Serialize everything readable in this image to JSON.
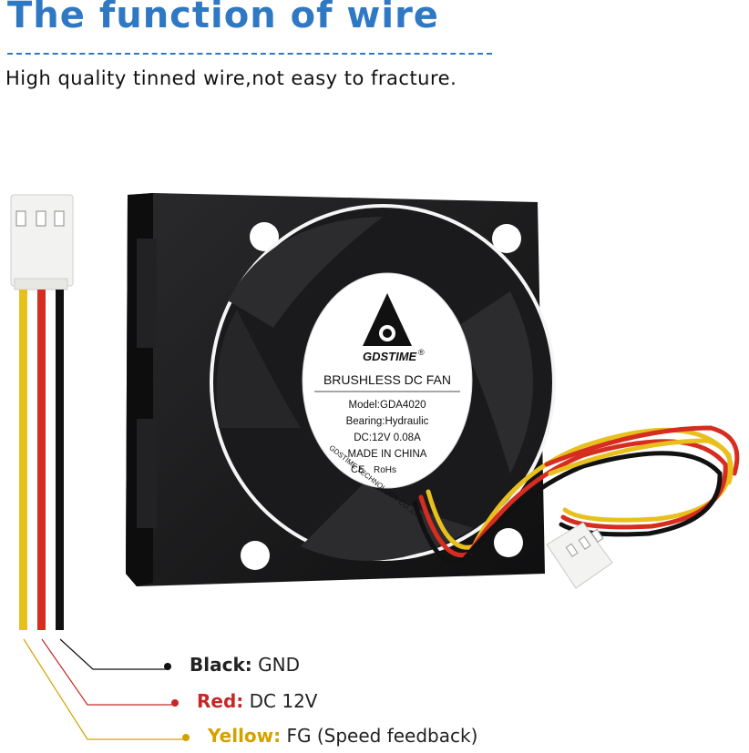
{
  "heading": {
    "title": "The function of wire",
    "subtitle": "High quality tinned wire,not easy to fracture."
  },
  "fan_label": {
    "brand": "GDSTIME",
    "registered": "®",
    "product": "BRUSHLESS DC FAN",
    "model": "Model:GDA4020",
    "bearing": "Bearing:Hydraulic",
    "rating": "DC:12V  0.08A",
    "origin": "MADE IN CHINA",
    "ce": "CE",
    "rohs": "RoHs",
    "company": "GDSTIME TECHNOLOGY CO.,LTD"
  },
  "legend": [
    {
      "name": "Black",
      "separator": ":",
      "desc": " GND",
      "color": "#111111",
      "dot": "#111111"
    },
    {
      "name": "Red",
      "separator": ":",
      "desc": " DC 12V",
      "color": "#c62828",
      "dot": "#c62828"
    },
    {
      "name": "Yellow",
      "separator": ":",
      "desc": " FG (Speed feedback)",
      "color": "#d4a200",
      "dot": "#d4a200"
    }
  ],
  "colors": {
    "title": "#2f78c4",
    "wire_black": "#111111",
    "wire_red": "#d62d20",
    "wire_yellow": "#e8c01e",
    "fan_body": "#1c1c1e"
  }
}
